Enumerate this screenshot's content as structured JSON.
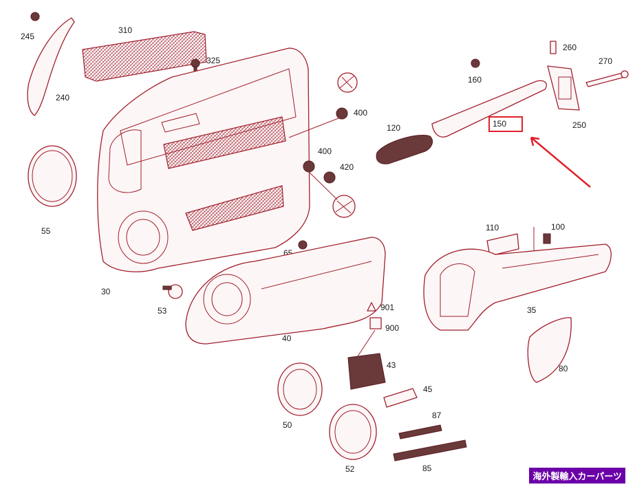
{
  "labels": {
    "p245": "245",
    "p310": "310",
    "p325": "325",
    "p240": "240",
    "p55": "55",
    "p30": "30",
    "p400a": "400",
    "p400b": "400",
    "p420": "420",
    "p65": "65",
    "p53": "53",
    "p40": "40",
    "p120": "120",
    "p160": "160",
    "p150": "150",
    "p260": "260",
    "p270": "270",
    "p250": "250",
    "p110": "110",
    "p100": "100",
    "p35": "35",
    "p80": "80",
    "p901": "901",
    "p900": "900",
    "p43": "43",
    "p45": "45",
    "p50": "50",
    "p87": "87",
    "p52": "52",
    "p85": "85"
  },
  "watermark": "海外製輸入カーパーツ",
  "colors": {
    "line": "#a01e2c",
    "callout": "#e0202a",
    "watermark_bg": "#6b00a8"
  }
}
